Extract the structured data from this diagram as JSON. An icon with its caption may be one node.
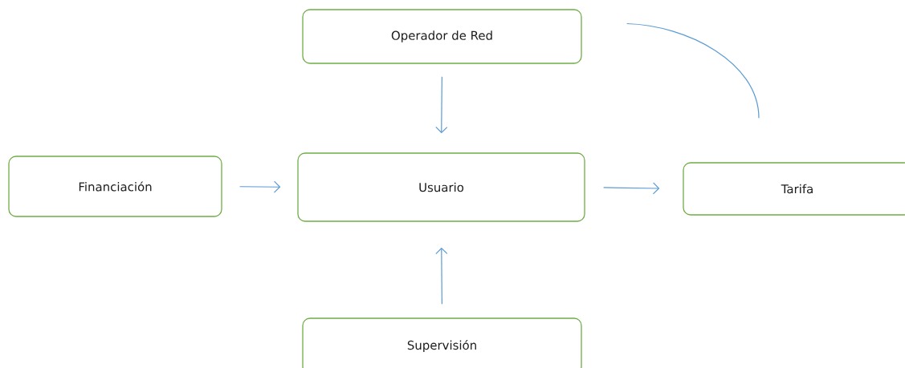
{
  "diagram": {
    "nodes": [
      {
        "text": [
          "Operador de Red"
        ]
      },
      {
        "text": [
          "Financiación"
        ]
      },
      {
        "text": [
          "Usuario"
        ]
      },
      {
        "text": [
          "Tarifa"
        ]
      },
      {
        "text": [
          "Supervisión"
        ]
      }
    ],
    "edges": [
      {
        "from": 0,
        "to": 2,
        "arrow": "to"
      },
      {
        "from": 1,
        "to": 2,
        "arrow": "to"
      },
      {
        "from": 2,
        "to": 3,
        "arrow": "to"
      },
      {
        "from": 4,
        "to": 2,
        "arrow": "to"
      },
      {
        "from": 0,
        "to": 3,
        "arrow": "none"
      }
    ]
  }
}
